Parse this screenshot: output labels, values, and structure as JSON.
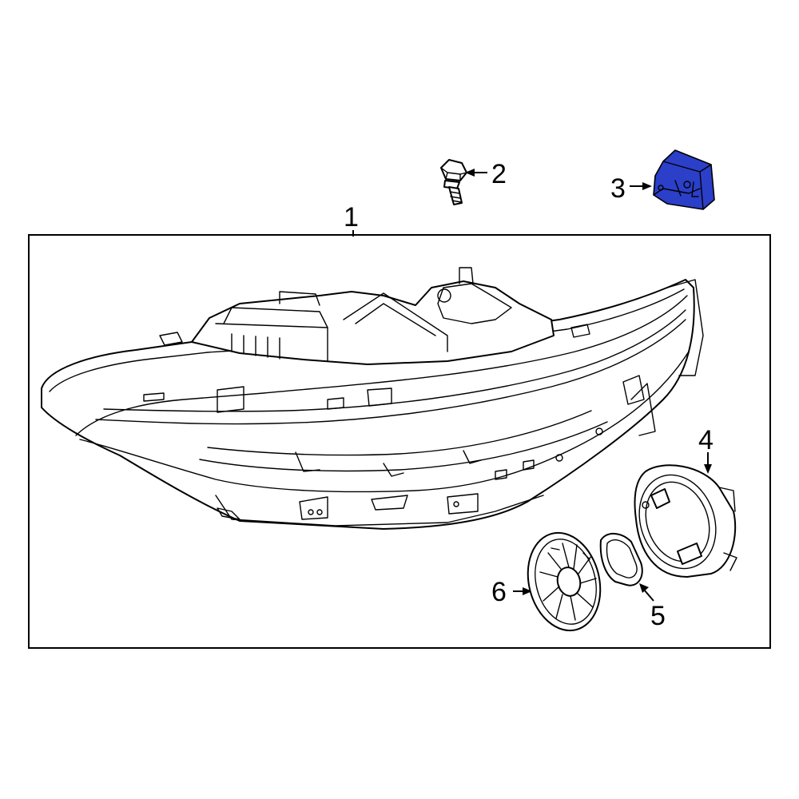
{
  "diagram": {
    "callouts": [
      {
        "id": "1",
        "label": "1"
      },
      {
        "id": "2",
        "label": "2"
      },
      {
        "id": "3",
        "label": "3"
      },
      {
        "id": "4",
        "label": "4"
      },
      {
        "id": "5",
        "label": "5"
      },
      {
        "id": "6",
        "label": "6"
      }
    ],
    "colors": {
      "line": "#000000",
      "background": "#ffffff",
      "highlight_part": "#2b3fc9"
    }
  }
}
